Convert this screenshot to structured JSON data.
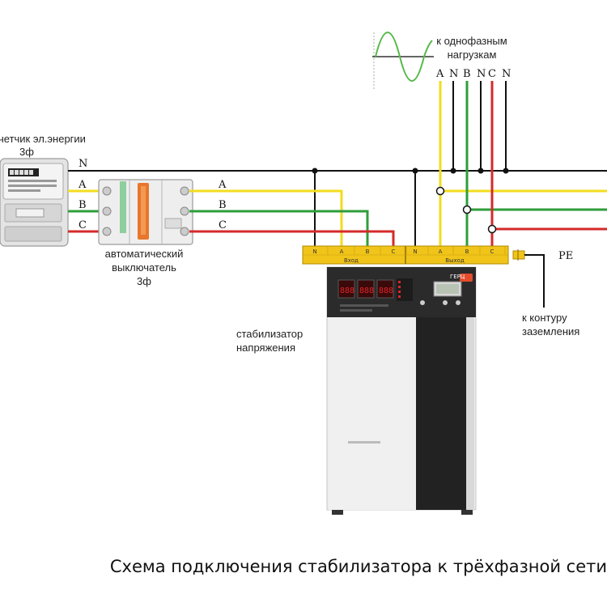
{
  "colors": {
    "phase_a": "#f2dc1f",
    "phase_b": "#2e9e3a",
    "phase_c": "#d42a2a",
    "neutral": "#111111",
    "terminal_block": "#f0c419",
    "breaker_handle": "#e8762b",
    "stabilizer_body": "#ececec",
    "stabilizer_panel": "#2b2b2b",
    "display_red": "#e0242a"
  },
  "meter": {
    "label_line1": "четчик эл.энергии",
    "label_line2": "3ф"
  },
  "input_lines": {
    "n": "N",
    "a": "A",
    "b": "B",
    "c": "C"
  },
  "breaker_lines": {
    "a": "A",
    "b": "B",
    "c": "C"
  },
  "breaker": {
    "label_line1": "автоматический",
    "label_line2": "выключатель",
    "label_line3": "3ф"
  },
  "terminal": {
    "input_title": "Вход",
    "output_title": "Выход",
    "input_slots": [
      "N",
      "A",
      "B",
      "C"
    ],
    "output_slots": [
      "N",
      "A",
      "B",
      "C"
    ]
  },
  "single_phase": {
    "label_line1": "к однофазным",
    "label_line2": "нагрузкам",
    "wires": [
      "A",
      "N",
      "B",
      "N",
      "C",
      "N"
    ]
  },
  "ground": {
    "pe": "PE",
    "label_line1": "к контуру",
    "label_line2": "заземления"
  },
  "stabilizer": {
    "label_line1": "стабилизатор",
    "label_line2": "напряжения",
    "brand": "ГЕРЦ"
  },
  "caption": "Схема подключения стабилизатора к трёхфазной сети"
}
